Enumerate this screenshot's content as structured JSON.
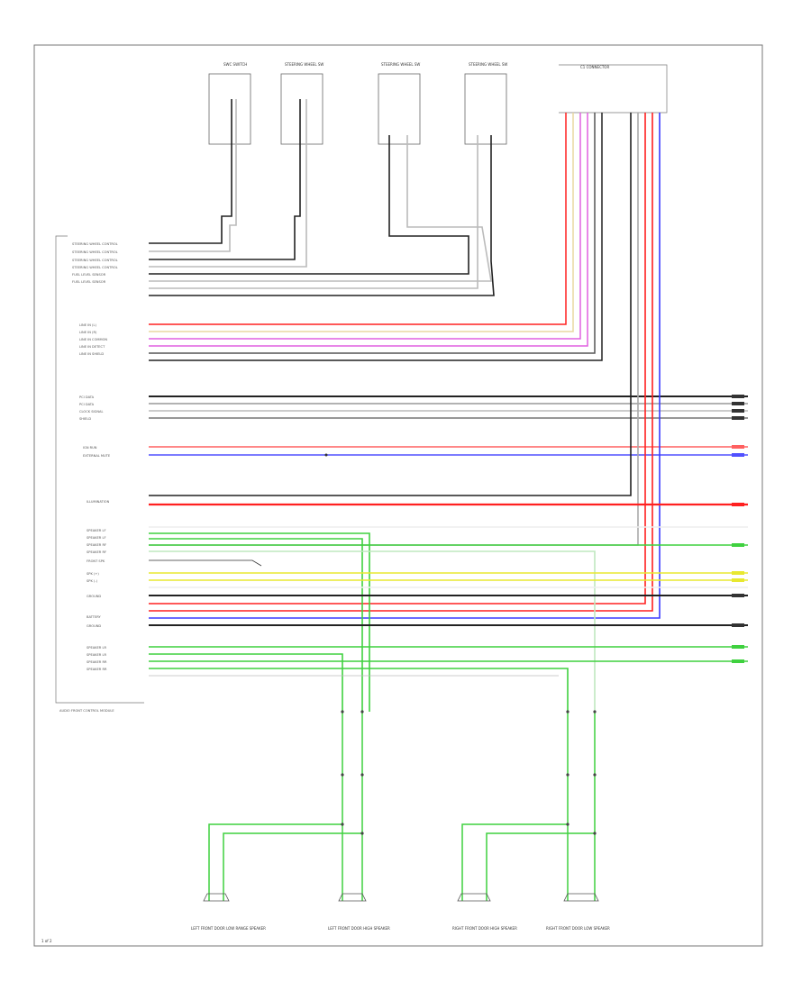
{
  "diagram": {
    "footer_id": "1 of 2",
    "main_unit_label": "AUDIO FRONT CONTROL MODULE",
    "inputs_group_a": [
      "STEERING WHEEL CONTROL",
      "STEERING WHEEL CONTROL",
      "STEERING WHEEL CONTROL",
      "STEERING WHEEL CONTROL",
      "FUEL LEVEL SENSOR",
      "FUEL LEVEL SENSOR"
    ],
    "inputs_group_b": [
      "LINE IN (L)",
      "LINE IN (R)",
      "LINE IN COMMON",
      "LINE IN DETECT",
      "LINE IN SHIELD"
    ],
    "inputs_group_c": [
      "PCI DATA",
      "PCI DATA",
      "CLOCK SIGNAL",
      "SHIELD"
    ],
    "inputs_group_d": [
      "IGN RUN",
      "EXTERNAL MUTE"
    ],
    "inputs_group_e": [
      "ILLUMINATION",
      "SPEAKER LF",
      "SPEAKER LF",
      "SPEAKER RF",
      "SPEAKER RF",
      "FRONT SPK",
      "SPK (+)",
      "SPK (-)",
      "GROUND",
      "BATTERY",
      "GROUND"
    ],
    "inputs_group_f": [
      "SPEAKER LR",
      "SPEAKER LR",
      "SPEAKER RR",
      "SPEAKER RR"
    ],
    "top_components": [
      "SWC SWITCH",
      "STEERING WHEEL SW",
      "STEERING WHEEL SW",
      "STEERING WHEEL SW"
    ],
    "top_right_connector": "C1 CONNECTOR",
    "speakers": [
      "LEFT FRONT DOOR LOW RANGE SPEAKER",
      "LEFT FRONT DOOR HIGH SPEAKER",
      "RIGHT FRONT DOOR HIGH SPEAKER",
      "RIGHT FRONT DOOR LOW SPEAKER"
    ],
    "colors": {
      "black": "#222222",
      "red": "#ff2020",
      "blue": "#3a3aff",
      "green": "#3fd13f",
      "yellow": "#e8e830",
      "magenta": "#e060e0",
      "tan": "#d8c080",
      "frame": "#777777"
    }
  }
}
